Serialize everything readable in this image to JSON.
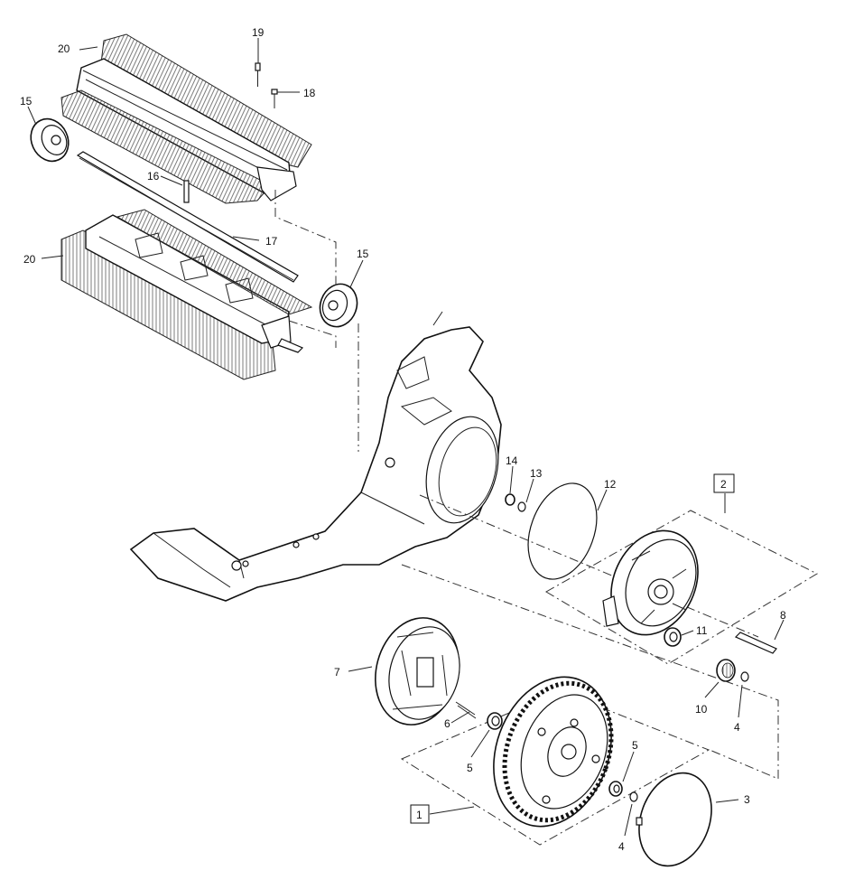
{
  "labels": {
    "l20a": "20",
    "l19": "19",
    "l18": "18",
    "l15a": "15",
    "l16": "16",
    "l17": "17",
    "l20b": "20",
    "l15b": "15",
    "l14": "14",
    "l13": "13",
    "l12": "12",
    "l2": "2",
    "l11": "11",
    "l8": "8",
    "l7": "7",
    "l10": "10",
    "l4a": "4",
    "l6": "6",
    "l5a": "5",
    "l5b": "5",
    "l3": "3",
    "l1": "1",
    "l4b": "4"
  }
}
